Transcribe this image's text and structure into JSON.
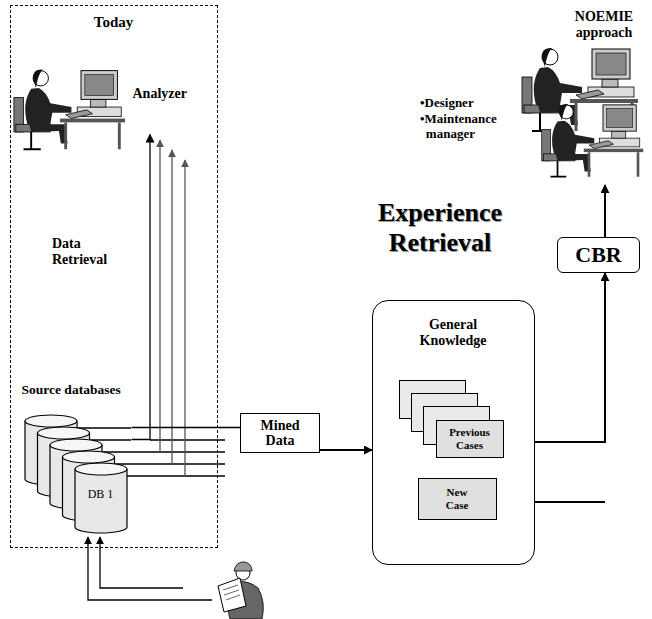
{
  "diagram": {
    "nodes": [
      {
        "text": [
          "Today"
        ]
      },
      {
        "text": [
          "Analyzer"
        ],
        "in": 0
      },
      {
        "text": [
          "Source databases",
          "DB 1"
        ],
        "in": 0
      },
      {
        "text": [
          "Mined Data"
        ]
      },
      {
        "text": [
          "General Knowledge"
        ]
      },
      {
        "text": [
          "Previous Cases"
        ],
        "in": 4
      },
      {
        "text": [
          "New Case"
        ],
        "in": 4
      },
      {
        "text": [
          "CBR"
        ]
      },
      {
        "text": [
          "NOEMIE approach",
          "•Designer",
          "•Maintenance manager"
        ]
      }
    ],
    "edges": [
      {
        "from": 2,
        "to": 1,
        "arrow": "to"
      },
      {
        "from": 2,
        "to": 3,
        "arrow": "none"
      },
      {
        "from": 3,
        "to": 4,
        "arrow": "to"
      },
      {
        "from": 4,
        "to": 7,
        "arrow": "to"
      },
      {
        "from": 7,
        "to": 8,
        "arrow": "to"
      }
    ],
    "labels": [
      "Data Retrieval",
      "Experience Retrieval"
    ]
  }
}
